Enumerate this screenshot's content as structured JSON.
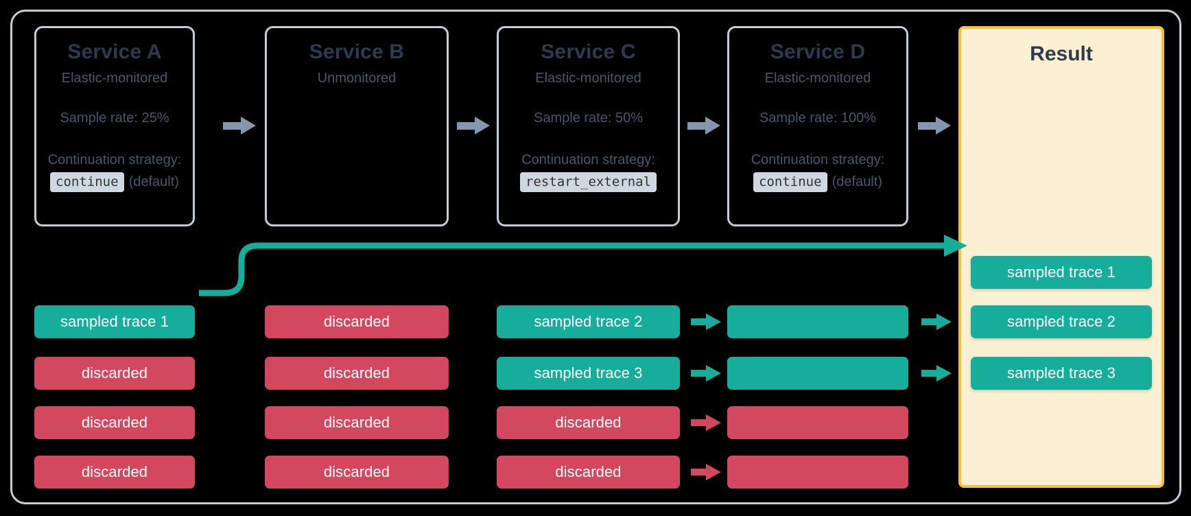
{
  "diagram": {
    "title": "Distributed tracing sampling across services",
    "colors": {
      "background": "#000000",
      "frame_border": "#c3ced8",
      "service_title": "#2c3c4c",
      "service_text": "#47596b",
      "arrow_gray": "#8497ad",
      "sampled_teal": "#16ad9b",
      "discarded_red": "#d4485f",
      "result_fill": "#fcf0d2",
      "result_border": "#f5c037",
      "code_chip_bg": "#cdd8e0"
    }
  },
  "services": [
    {
      "name": "Service A",
      "monitoring": "Elastic-monitored",
      "sample_rate": "Sample rate: 25%",
      "continuation_label": "Continuation strategy:",
      "strategy_code": "continue",
      "strategy_note": "(default)"
    },
    {
      "name": "Service B",
      "monitoring": "Unmonitored",
      "sample_rate": "",
      "continuation_label": "",
      "strategy_code": "",
      "strategy_note": ""
    },
    {
      "name": "Service C",
      "monitoring": "Elastic-monitored",
      "sample_rate": "Sample rate: 50%",
      "continuation_label": "Continuation strategy:",
      "strategy_code": "restart_external",
      "strategy_note": ""
    },
    {
      "name": "Service D",
      "monitoring": "Elastic-monitored",
      "sample_rate": "Sample rate: 100%",
      "continuation_label": "Continuation strategy:",
      "strategy_code": "continue",
      "strategy_note": "(default)"
    }
  ],
  "result": {
    "title": "Result",
    "traces": [
      "sampled trace 1",
      "sampled trace 2",
      "sampled trace 3"
    ]
  },
  "columns": {
    "service_a": [
      "sampled trace 1",
      "discarded",
      "discarded",
      "discarded"
    ],
    "service_b": [
      "discarded",
      "discarded",
      "discarded",
      "discarded"
    ],
    "service_c": [
      "sampled trace 2",
      "sampled trace 3",
      "discarded",
      "discarded"
    ],
    "service_d": [
      "",
      "",
      "",
      ""
    ]
  },
  "icons": {
    "service_flow_arrow": "arrow-right-icon",
    "trace_flow_arrow": "arrow-right-icon",
    "connector": "curved-connector-icon"
  }
}
